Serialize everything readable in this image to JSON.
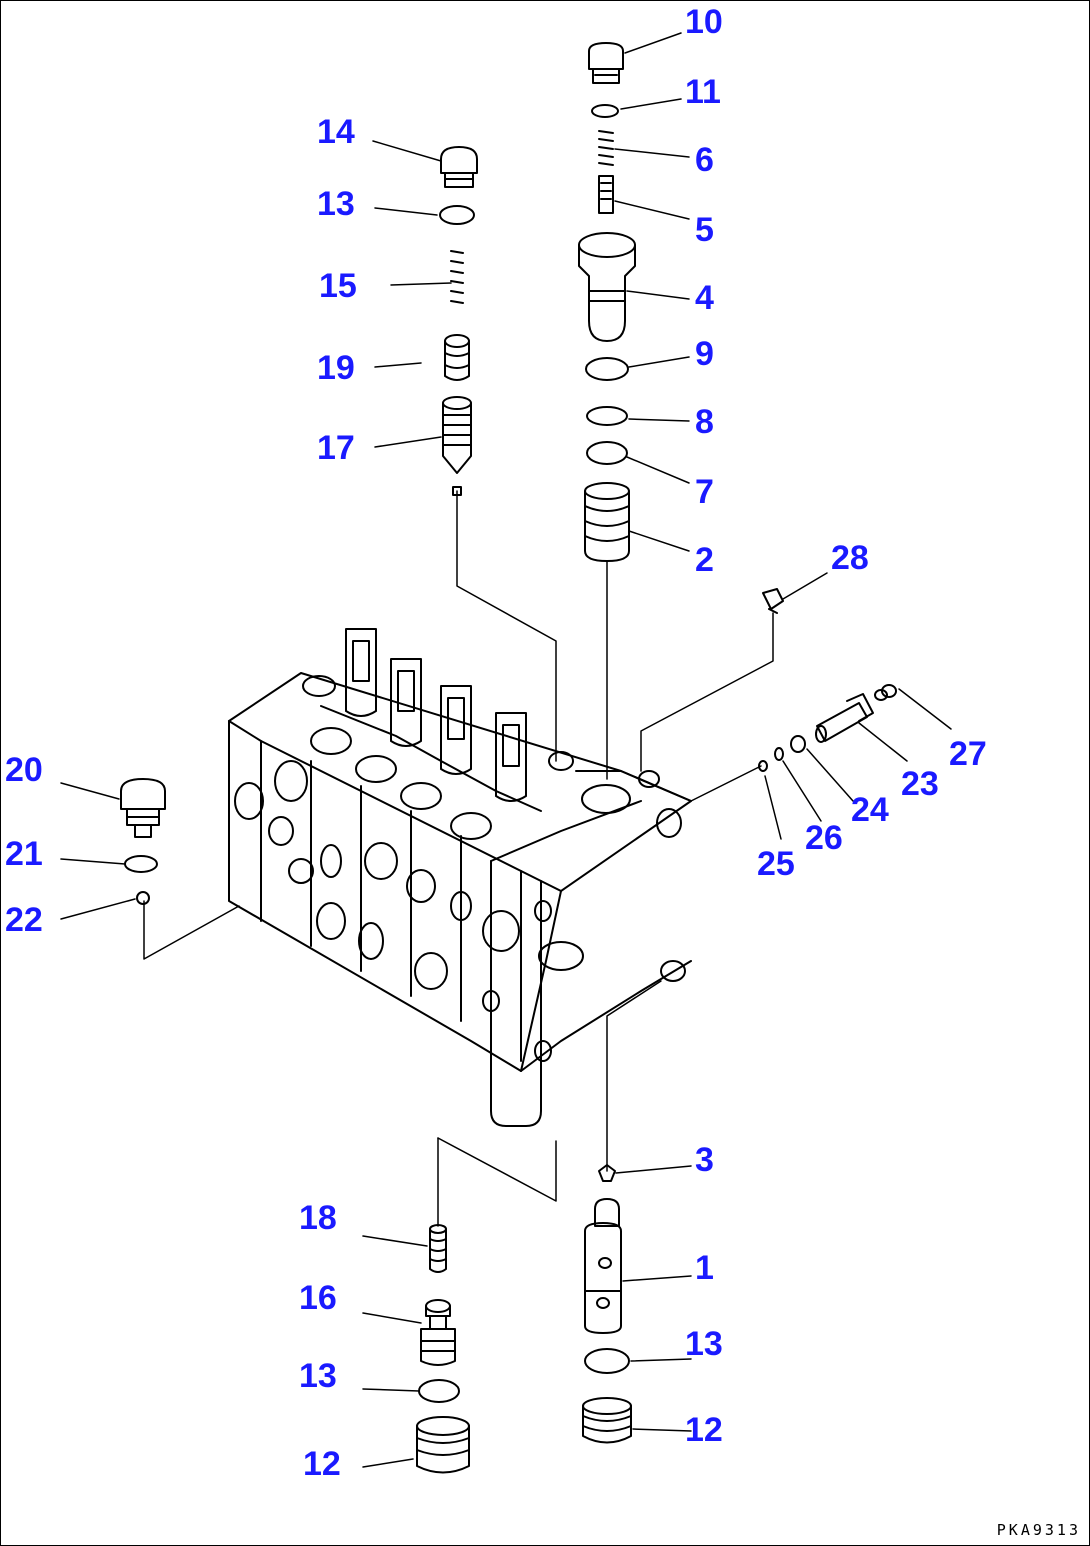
{
  "drawing_ref": "PKA9313",
  "callouts": [
    {
      "id": "c10",
      "label": "10",
      "part": "plug"
    },
    {
      "id": "c11",
      "label": "11",
      "part": "o-ring"
    },
    {
      "id": "c6",
      "label": "6",
      "part": "spring"
    },
    {
      "id": "c5",
      "label": "5",
      "part": "poppet"
    },
    {
      "id": "c4",
      "label": "4",
      "part": "relief-valve-body"
    },
    {
      "id": "c9",
      "label": "9",
      "part": "o-ring"
    },
    {
      "id": "c8",
      "label": "8",
      "part": "backup-ring"
    },
    {
      "id": "c7",
      "label": "7",
      "part": "o-ring"
    },
    {
      "id": "c2",
      "label": "2",
      "part": "main-relief-valve"
    },
    {
      "id": "c28",
      "label": "28",
      "part": "plug"
    },
    {
      "id": "c27",
      "label": "27",
      "part": "o-ring"
    },
    {
      "id": "c23",
      "label": "23",
      "part": "valve"
    },
    {
      "id": "c24",
      "label": "24",
      "part": "o-ring"
    },
    {
      "id": "c26",
      "label": "26",
      "part": "backup-ring"
    },
    {
      "id": "c25",
      "label": "25",
      "part": "o-ring"
    },
    {
      "id": "c14",
      "label": "14",
      "part": "plug"
    },
    {
      "id": "c13a",
      "label": "13",
      "part": "o-ring"
    },
    {
      "id": "c15",
      "label": "15",
      "part": "spring"
    },
    {
      "id": "c19",
      "label": "19",
      "part": "spring"
    },
    {
      "id": "c17",
      "label": "17",
      "part": "check-valve"
    },
    {
      "id": "c20",
      "label": "20",
      "part": "plug"
    },
    {
      "id": "c21",
      "label": "21",
      "part": "o-ring"
    },
    {
      "id": "c22",
      "label": "22",
      "part": "ball"
    },
    {
      "id": "c3",
      "label": "3",
      "part": "plug"
    },
    {
      "id": "c1",
      "label": "1",
      "part": "spool-valve"
    },
    {
      "id": "c13b",
      "label": "13",
      "part": "o-ring"
    },
    {
      "id": "c12a",
      "label": "12",
      "part": "plug"
    },
    {
      "id": "c18",
      "label": "18",
      "part": "spring"
    },
    {
      "id": "c16",
      "label": "16",
      "part": "check-valve"
    },
    {
      "id": "c13c",
      "label": "13",
      "part": "o-ring"
    },
    {
      "id": "c12b",
      "label": "12",
      "part": "plug"
    }
  ]
}
